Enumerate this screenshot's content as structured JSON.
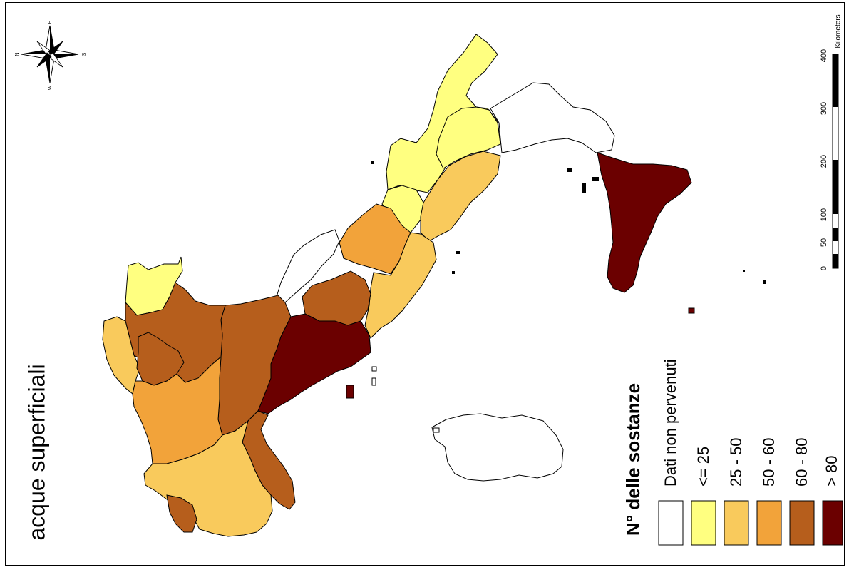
{
  "map": {
    "title": "acque superficiali",
    "legend": {
      "title": "N° delle sostanze",
      "classes": [
        {
          "label": "Dati non pervenuti",
          "color": "#ffffff"
        },
        {
          "label": "<= 25",
          "color": "#ffff80"
        },
        {
          "label": "25 - 50",
          "color": "#f9ca5c"
        },
        {
          "label": "50 - 60",
          "color": "#f2a33a"
        },
        {
          "label": "60 - 80",
          "color": "#b65e1c"
        },
        {
          "label": "> 80",
          "color": "#6b0000"
        }
      ]
    },
    "scale_bar": {
      "unit": "Kilometers",
      "ticks": [
        "0",
        "50",
        "100",
        "200",
        "300",
        "400"
      ]
    },
    "north_arrow": {
      "letters": [
        "N",
        "E",
        "S",
        "W"
      ]
    }
  }
}
